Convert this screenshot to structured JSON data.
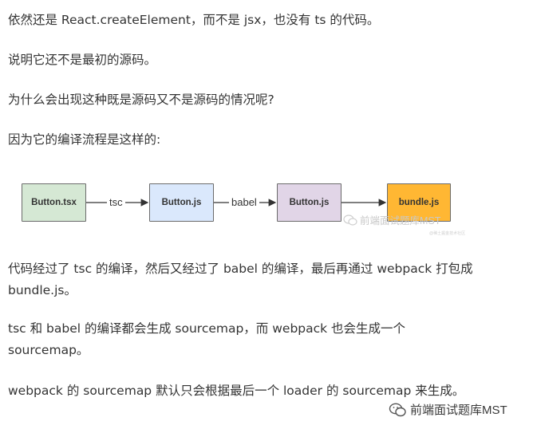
{
  "paragraphs": {
    "p1": "依然还是 React.createElement，而不是 jsx，也没有 ts 的代码。",
    "p2": "说明它还不是最初的源码。",
    "p3": "为什么会出现这种既是源码又不是源码的情况呢?",
    "p4": "因为它的编译流程是这样的:",
    "p5": "代码经过了 tsc 的编译，然后又经过了 babel 的编译，最后再通过 webpack 打包成 bundle.js。",
    "p6": "tsc 和 babel 的编译都会生成 sourcemap，而 webpack 也会生成一个 sourcemap。",
    "p7": "webpack 的 sourcemap 默认只会根据最后一个 loader 的 sourcemap 来生成。"
  },
  "diagram": {
    "nodes": [
      {
        "label": "Button.tsx",
        "color": "#d5e8d4"
      },
      {
        "label": "Button.js",
        "color": "#dae8fc"
      },
      {
        "label": "Button.js",
        "color": "#e1d5e7"
      },
      {
        "label": "bundle.js",
        "color": "#ffb733"
      }
    ],
    "edges": [
      {
        "label": "tsc"
      },
      {
        "label": "babel"
      },
      {
        "label": ""
      }
    ],
    "watermark": "前端面试题库MST",
    "watermark_small": "@稀土掘金技术社区"
  },
  "footer": {
    "brand": "前端面试题库MST"
  }
}
